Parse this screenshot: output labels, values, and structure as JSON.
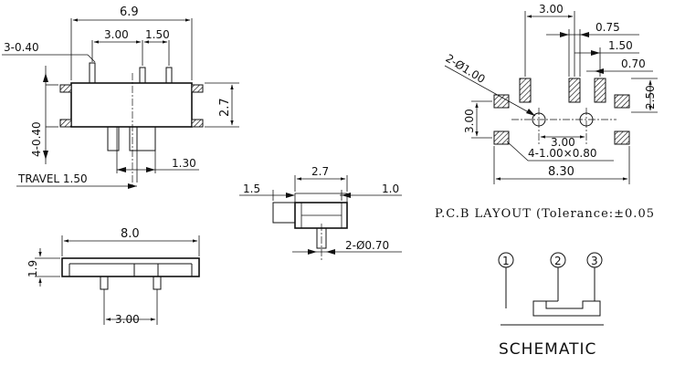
{
  "views": {
    "front": {
      "width": "6.9",
      "pin_pitch_center": "3.00",
      "pin_pitch_right": "1.50",
      "mount_pins": "3-0.40",
      "side_pins": "4-0.40",
      "height": "2.7",
      "actuator_width": "1.30",
      "travel": "TRAVEL 1.50"
    },
    "bottom": {
      "length": "8.0",
      "thickness": "1.9",
      "pin_pitch": "3.00"
    },
    "side": {
      "depth": "2.7",
      "lever_length": "1.5",
      "right_offset": "1.0",
      "pin_diameter": "2-Ø0.70"
    },
    "pcb": {
      "top_pitch": "3.00",
      "pad_width": "0.75",
      "offset_a": "1.50",
      "offset_b": "0.70",
      "right_height": "2.50",
      "left_height": "3.00",
      "holes": "2-Ø1.00",
      "bottom_pitch": "3.00",
      "pads": "4-1.00×0.80",
      "total_width": "8.30",
      "caption": "P.C.B LAYOUT (Tolerance:±0.05"
    },
    "schematic": {
      "pin1": "1",
      "pin2": "2",
      "pin3": "3",
      "label": "SCHEMATIC"
    }
  }
}
